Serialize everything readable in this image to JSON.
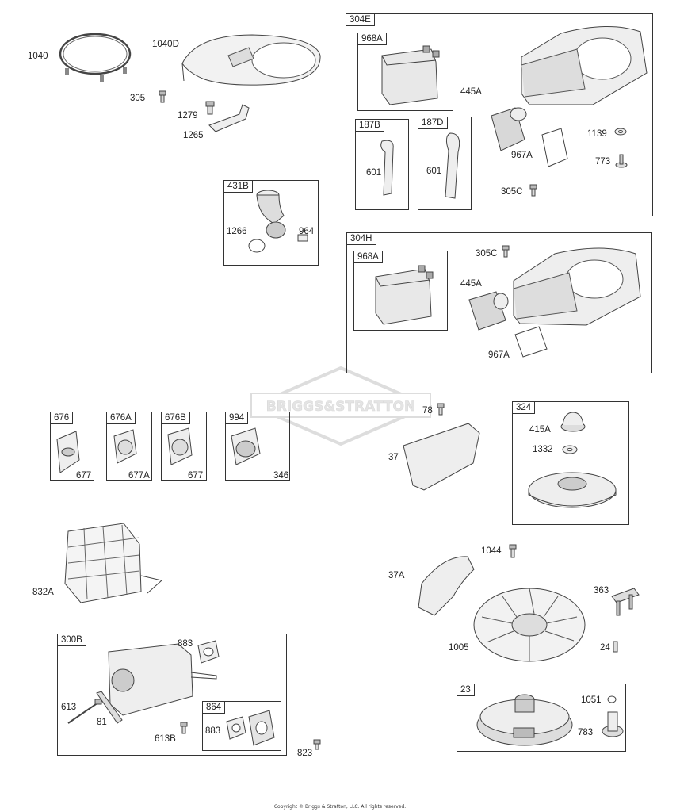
{
  "watermark": "BRIGGS&STRATTON",
  "copyright": "Copyright © Briggs & Stratton, LLC. All rights reserved.",
  "groups": {
    "g304E": "304E",
    "g968A_1": "968A",
    "g187B": "187B",
    "g187D": "187D",
    "g431B": "431B",
    "g304H": "304H",
    "g968A_2": "968A",
    "g676": "676",
    "g676A": "676A",
    "g676B": "676B",
    "g994": "994",
    "g324": "324",
    "g300B": "300B",
    "g864": "864",
    "g23": "23"
  },
  "labels": {
    "l1040": "1040",
    "l1040D": "1040D",
    "l305": "305",
    "l1279": "1279",
    "l1265": "1265",
    "l1266": "1266",
    "l964": "964",
    "l445A_1": "445A",
    "l1139": "1139",
    "l967A_1": "967A",
    "l773": "773",
    "l305C_1": "305C",
    "l601_1": "601",
    "l601_2": "601",
    "l305C_2": "305C",
    "l445A_2": "445A",
    "l967A_2": "967A",
    "l78": "78",
    "l37": "37",
    "l415A": "415A",
    "l1332": "1332",
    "l677_1": "677",
    "l677A": "677A",
    "l677_2": "677",
    "l346": "346",
    "l832A": "832A",
    "l1044": "1044",
    "l37A": "37A",
    "l363": "363",
    "l1005": "1005",
    "l24": "24",
    "l883_1": "883",
    "l613": "613",
    "l81": "81",
    "l613B": "613B",
    "l883_2": "883",
    "l823": "823",
    "l1051": "1051",
    "l783": "783"
  }
}
